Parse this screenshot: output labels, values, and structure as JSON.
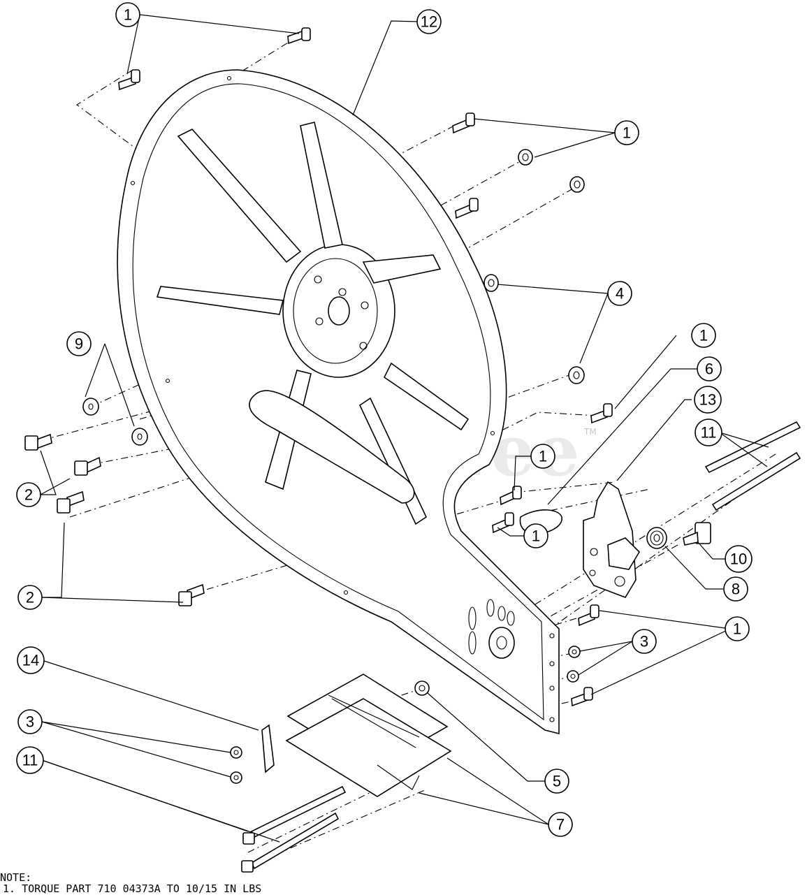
{
  "watermark": {
    "text": "PartsTree",
    "tm": "TM"
  },
  "note": {
    "heading": "NOTE:",
    "lines": [
      "1. TORQUE PART 710 04373A TO 10/15 IN LBS"
    ]
  },
  "callouts": [
    {
      "id": "c1a",
      "label": "1"
    },
    {
      "id": "c12",
      "label": "12"
    },
    {
      "id": "c1b",
      "label": "1"
    },
    {
      "id": "c4",
      "label": "4"
    },
    {
      "id": "c9",
      "label": "9"
    },
    {
      "id": "c1c",
      "label": "1"
    },
    {
      "id": "c6",
      "label": "6"
    },
    {
      "id": "c13",
      "label": "13"
    },
    {
      "id": "c11a",
      "label": "11"
    },
    {
      "id": "c2a",
      "label": "2"
    },
    {
      "id": "c1d",
      "label": "1"
    },
    {
      "id": "c1e",
      "label": "1"
    },
    {
      "id": "c10",
      "label": "10"
    },
    {
      "id": "c2b",
      "label": "2"
    },
    {
      "id": "c8",
      "label": "8"
    },
    {
      "id": "c1f",
      "label": "1"
    },
    {
      "id": "c3a",
      "label": "3"
    },
    {
      "id": "c14",
      "label": "14"
    },
    {
      "id": "c3b",
      "label": "3"
    },
    {
      "id": "c5",
      "label": "5"
    },
    {
      "id": "c11b",
      "label": "11"
    },
    {
      "id": "c7",
      "label": "7"
    }
  ]
}
